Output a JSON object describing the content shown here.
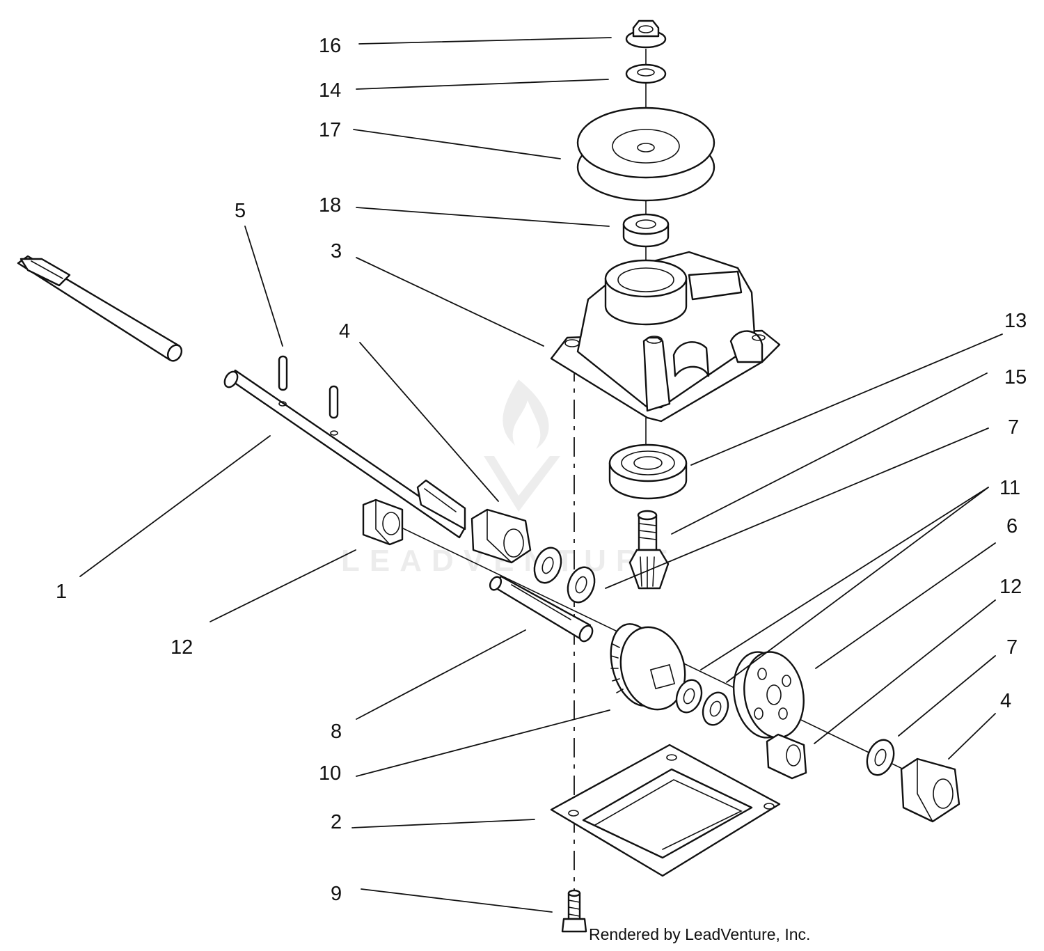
{
  "diagram": {
    "credit": "Rendered by LeadVenture, Inc.",
    "watermark": "LEADVENTURE",
    "labels": [
      {
        "id": "lbl-16",
        "text": "16"
      },
      {
        "id": "lbl-14",
        "text": "14"
      },
      {
        "id": "lbl-17",
        "text": "17"
      },
      {
        "id": "lbl-18",
        "text": "18"
      },
      {
        "id": "lbl-5",
        "text": "5"
      },
      {
        "id": "lbl-3",
        "text": "3"
      },
      {
        "id": "lbl-4a",
        "text": "4"
      },
      {
        "id": "lbl-13",
        "text": "13"
      },
      {
        "id": "lbl-15",
        "text": "15"
      },
      {
        "id": "lbl-7a",
        "text": "7"
      },
      {
        "id": "lbl-11",
        "text": "11"
      },
      {
        "id": "lbl-6",
        "text": "6"
      },
      {
        "id": "lbl-1",
        "text": "1"
      },
      {
        "id": "lbl-12a",
        "text": "12"
      },
      {
        "id": "lbl-12b",
        "text": "12"
      },
      {
        "id": "lbl-7b",
        "text": "7"
      },
      {
        "id": "lbl-4b",
        "text": "4"
      },
      {
        "id": "lbl-8",
        "text": "8"
      },
      {
        "id": "lbl-10",
        "text": "10"
      },
      {
        "id": "lbl-2",
        "text": "2"
      },
      {
        "id": "lbl-9",
        "text": "9"
      }
    ]
  }
}
